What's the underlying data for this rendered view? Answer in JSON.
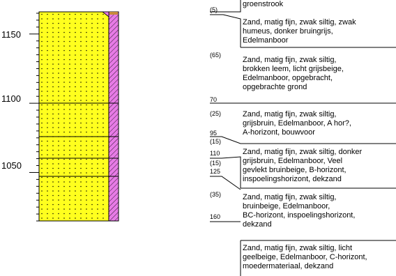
{
  "profile": {
    "y_axis": {
      "min": 1015,
      "max": 1166,
      "labels": [
        "1150",
        "1100",
        "1050"
      ]
    },
    "colors": {
      "sand": "#ffff1e",
      "clay_stripe": "#e77be6",
      "top_soil": "#c78b3c",
      "dot": "#000000"
    }
  },
  "layers": [
    {
      "depth_top": "(5)",
      "depth_bottom": "",
      "lines": [
        "groenstrook"
      ]
    },
    {
      "depth_top": "",
      "depth_bottom": "",
      "lines": [
        "Zand, matig fijn, zwak siltig, zwak",
        "humeus, donker bruingrijs,",
        "Edelmanboor"
      ]
    },
    {
      "depth_top": "(65)",
      "depth_bottom": "70",
      "lines": [
        "Zand, matig fijn, zwak siltig,",
        "brokken leem, licht grijsbeige,",
        "Edelmanboor, opgebracht,",
        "opgebrachte grond"
      ]
    },
    {
      "depth_top": "(25)",
      "depth_bottom": "95",
      "lines": [
        "Zand, matig fijn, zwak siltig,",
        "grijsbruin, Edelmanboor, A hor?,",
        "A-horizont,  bouwvoor"
      ]
    },
    {
      "depth_top": "(15)",
      "depth_bottom": "110",
      "lines": [
        "Zand, matig fijn, zwak siltig, donker",
        "grijsbruin, Edelmanboor, Veel",
        "gevlekt bruinbeige, B-horizont,",
        "inspoelingshorizont,  dekzand"
      ]
    },
    {
      "depth_top": "(15)",
      "depth_bottom": "125",
      "lines": []
    },
    {
      "depth_top": "(35)",
      "depth_bottom": "160",
      "lines": [
        "Zand, matig fijn, zwak siltig,",
        "bruinbeige,  Edelmanboor,",
        "BC-horizont,    inspoelingshorizont,",
        "dekzand"
      ]
    },
    {
      "depth_top": "",
      "depth_bottom": "",
      "lines": [
        "Zand, matig fijn, zwak siltig, licht",
        "geelbeige, Edelmanboor, C-horizont,",
        "moedermateriaal, dekzand"
      ]
    }
  ]
}
